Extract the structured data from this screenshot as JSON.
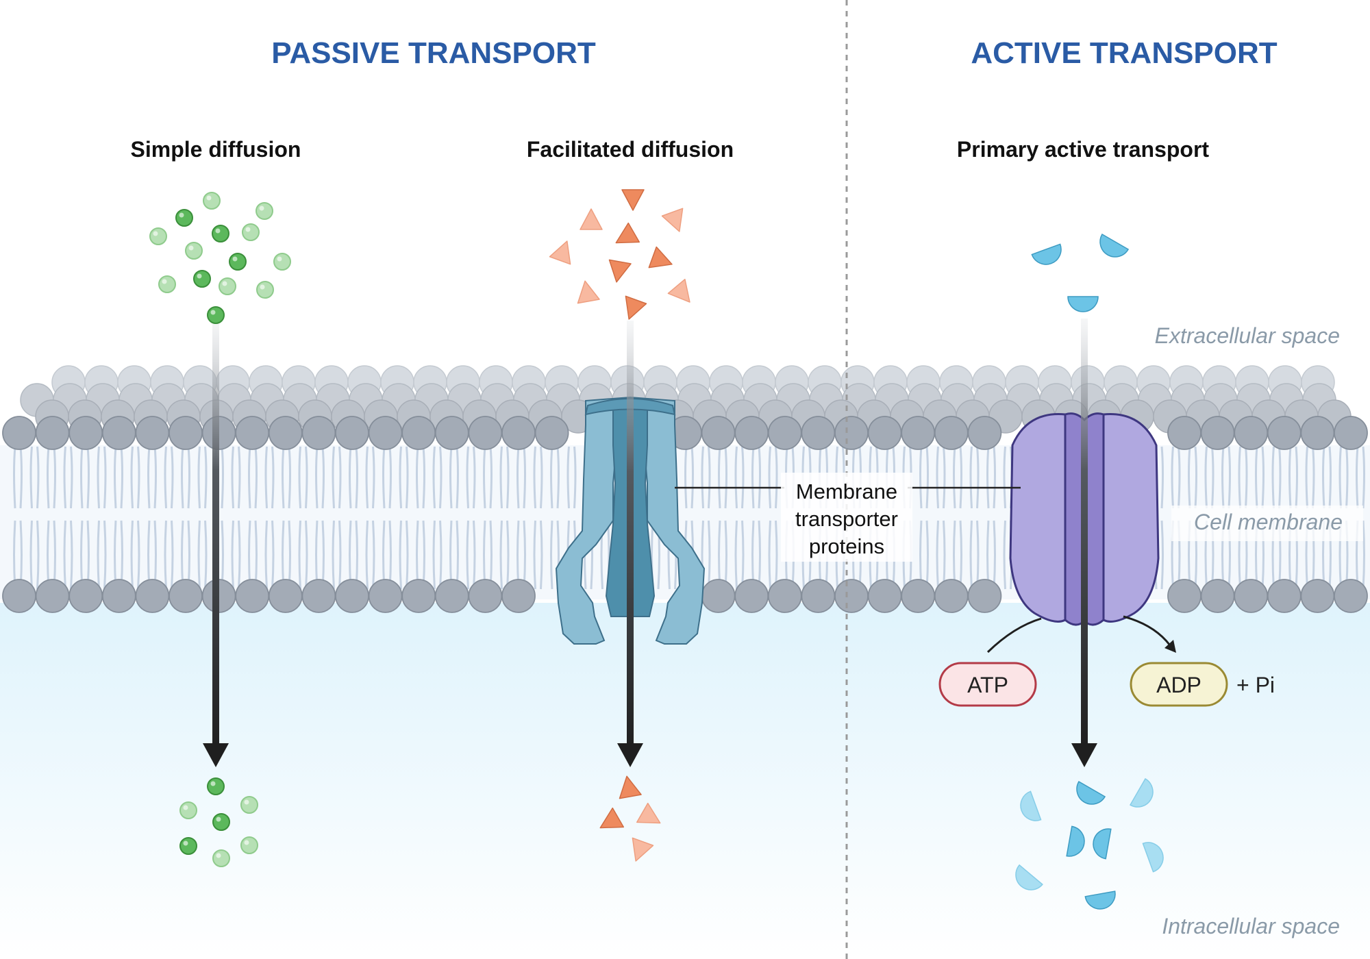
{
  "sections": {
    "passive": "PASSIVE TRANSPORT",
    "active": "ACTIVE TRANSPORT"
  },
  "processes": {
    "simple": "Simple diffusion",
    "facilitated": "Facilitated diffusion",
    "primary": "Primary active transport"
  },
  "regions": {
    "extracellular": "Extracellular space",
    "membrane": "Cell membrane",
    "intracellular": "Intracellular space"
  },
  "callout": {
    "line1": "Membrane",
    "line2": "transporter",
    "line3": "proteins"
  },
  "energy": {
    "atp": "ATP",
    "adp": "ADP",
    "pi": "+ Pi"
  },
  "colors": {
    "section_title": "#2a5ba5",
    "molecule_green": "#5cb85c",
    "molecule_orange": "#ee8a5e",
    "molecule_blue": "#6cc4e6",
    "channel_protein": "#8bbdd3",
    "pump_protein": "#b0a8e0",
    "atp_border": "#b33a47",
    "adp_border": "#9a8a33"
  }
}
